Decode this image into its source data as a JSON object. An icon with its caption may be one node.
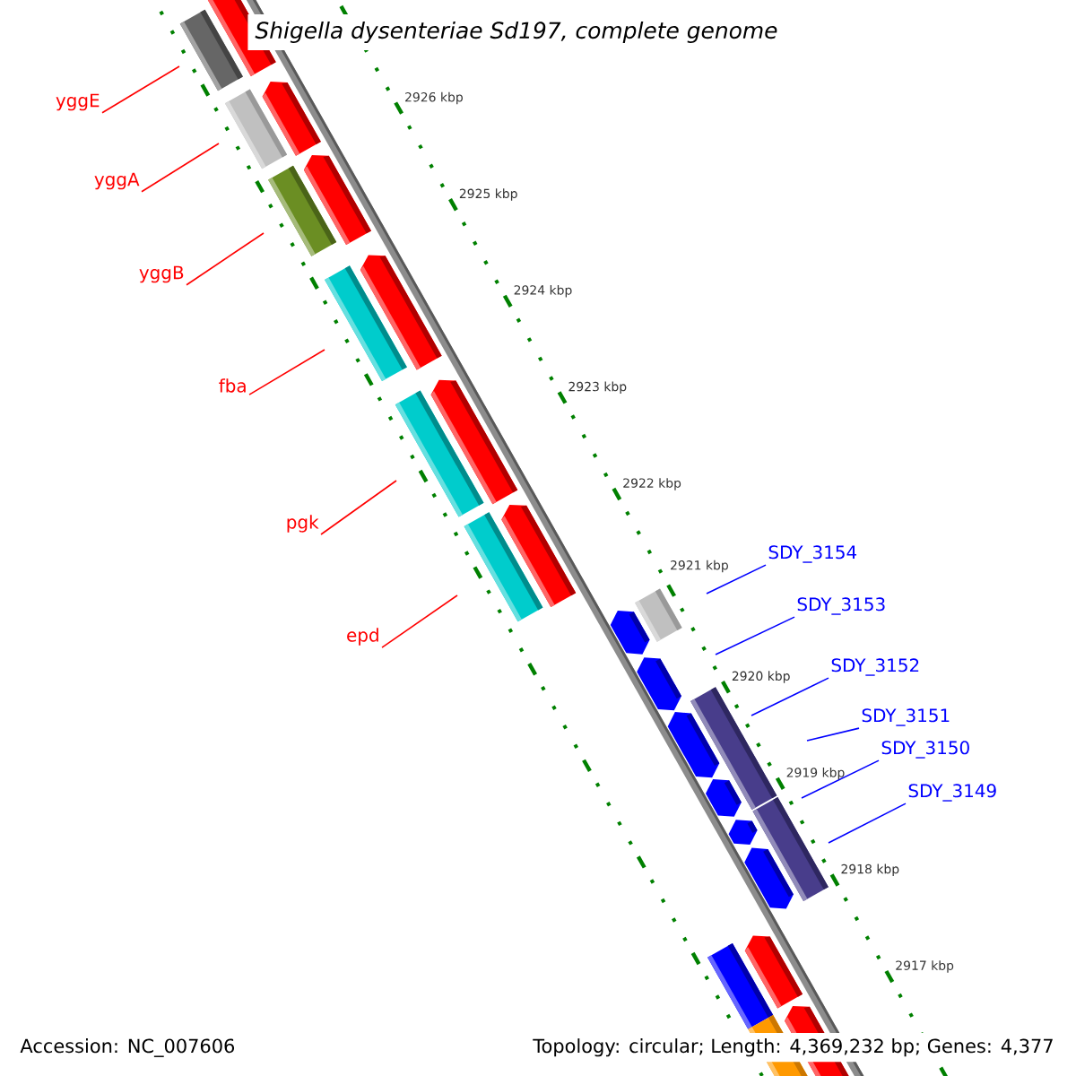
{
  "diagram": {
    "title": "Shigella dysenteriae Sd197, complete genome",
    "nodes": [
      {
        "text": [
          "yggE"
        ]
      },
      {
        "text": [
          "yggA"
        ]
      },
      {
        "text": [
          "yggB"
        ]
      },
      {
        "text": [
          "fba"
        ]
      },
      {
        "text": [
          "pgk"
        ]
      },
      {
        "text": [
          "epd"
        ]
      },
      {
        "text": [
          "SDY_3154"
        ]
      },
      {
        "text": [
          "SDY_3153"
        ]
      },
      {
        "text": [
          "SDY_3152"
        ]
      },
      {
        "text": [
          "SDY_3151"
        ]
      },
      {
        "text": [
          "SDY_3150"
        ]
      },
      {
        "text": [
          "SDY_3149"
        ]
      }
    ],
    "edges": [
      {
        "from": 0,
        "to": null,
        "arrow": "none",
        "color": "#ff0000"
      },
      {
        "from": 1,
        "to": null,
        "arrow": "none",
        "color": "#ff0000"
      },
      {
        "from": 2,
        "to": null,
        "arrow": "none",
        "color": "#ff0000"
      },
      {
        "from": 3,
        "to": null,
        "arrow": "none",
        "color": "#ff0000"
      },
      {
        "from": 4,
        "to": null,
        "arrow": "none",
        "color": "#ff0000"
      },
      {
        "from": 5,
        "to": null,
        "arrow": "none",
        "color": "#ff0000"
      },
      {
        "from": 6,
        "to": null,
        "arrow": "none",
        "color": "#0000ff"
      },
      {
        "from": 7,
        "to": null,
        "arrow": "none",
        "color": "#0000ff"
      },
      {
        "from": 8,
        "to": null,
        "arrow": "none",
        "color": "#0000ff"
      },
      {
        "from": 9,
        "to": null,
        "arrow": "none",
        "color": "#0000ff"
      },
      {
        "from": 10,
        "to": null,
        "arrow": "none",
        "color": "#0000ff"
      },
      {
        "from": 11,
        "to": null,
        "arrow": "none",
        "color": "#0000ff"
      }
    ],
    "labels": [
      "2926 kbp",
      "2925 kbp",
      "2924 kbp",
      "2923 kbp",
      "2922 kbp",
      "2921 kbp",
      "2920 kbp",
      "2919 kbp",
      "2918 kbp",
      "2917 kbp",
      "Accession: NC_007606",
      "Topology: circular; Length: 4,369,232 bp; Genes: 4,377"
    ]
  }
}
